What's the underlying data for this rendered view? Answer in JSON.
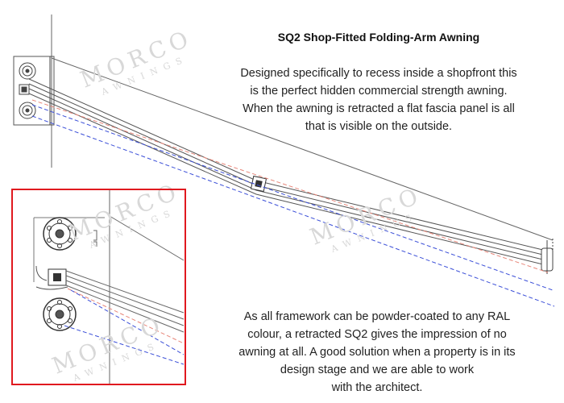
{
  "title": "SQ2 Shop-Fitted Folding-Arm Awning",
  "description_lines": [
    "Designed specifically to recess inside a shopfront this",
    "is the perfect hidden commercial strength awning.",
    "When the awning is retracted a flat fascia panel is all",
    "that is visible on the outside."
  ],
  "powdercoat_lines": [
    "As all framework can be powder-coated to any RAL",
    "colour, a retracted SQ2 gives the impression of no",
    "awning at all. A good solution when a property is in its",
    "design stage and we are able to work",
    "with the architect."
  ],
  "watermark": {
    "brand": "MORCO",
    "tagline": "AWNINGS"
  },
  "colors": {
    "outline": "#555555",
    "projection_dashed": "#3b4fd8",
    "pitch_dashed": "#e8877a",
    "inset_border": "#e0191f",
    "watermark": "#d8d8d8"
  }
}
